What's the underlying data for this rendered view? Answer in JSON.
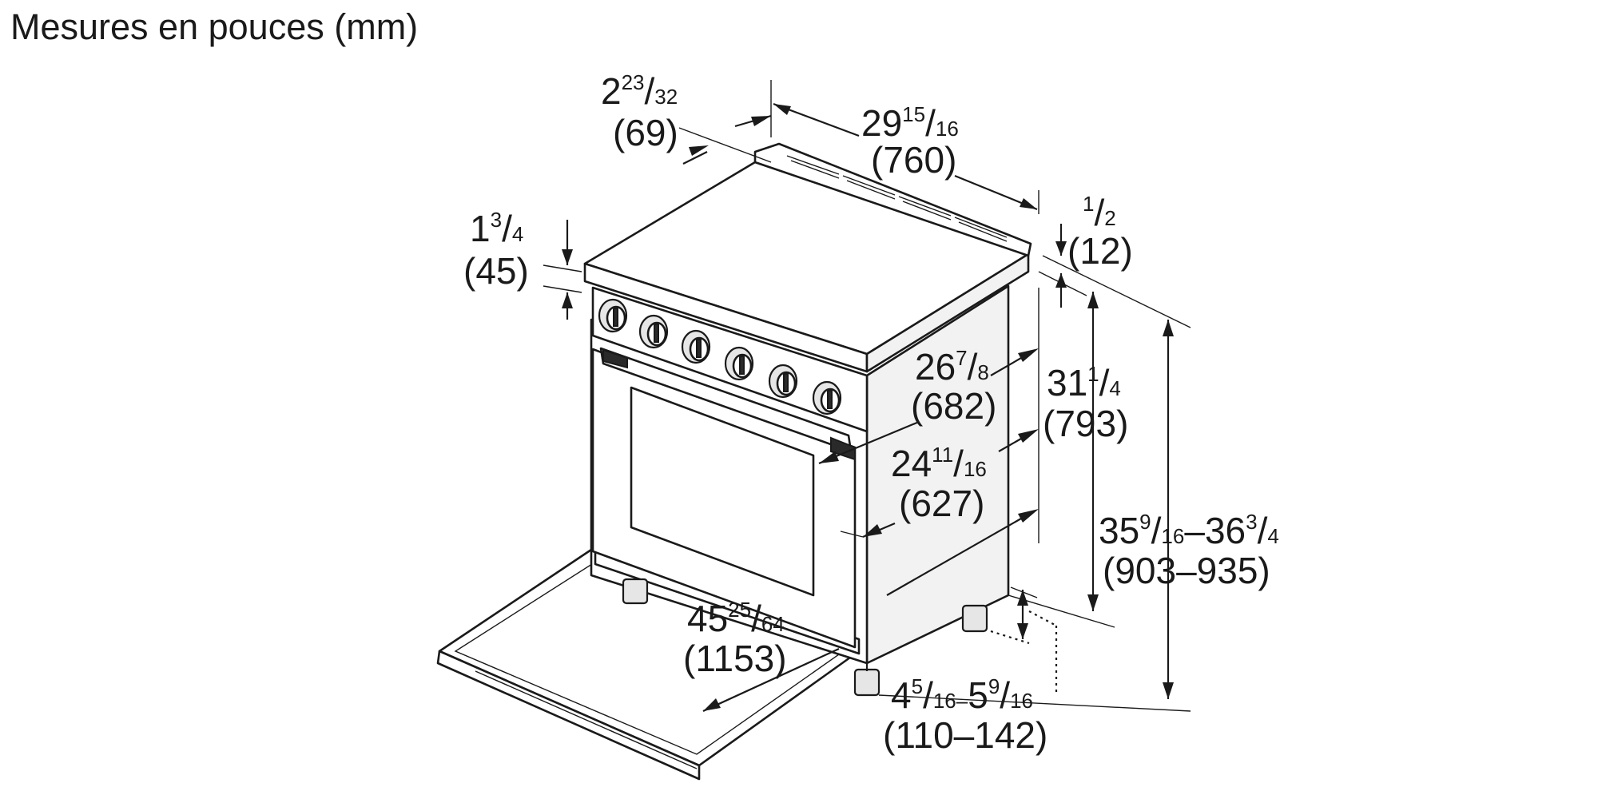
{
  "title": "Mesures en pouces (mm)",
  "dimensions": {
    "rear_offset": {
      "whole": "2",
      "num": "23",
      "den": "32",
      "mm": "(69)"
    },
    "width": {
      "whole": "29",
      "num": "15",
      "den": "16",
      "mm": "(760)"
    },
    "top_thickness": {
      "whole": "1",
      "num": "3",
      "den": "4",
      "mm": "(45)"
    },
    "backguard": {
      "whole": "",
      "num": "1",
      "den": "2",
      "mm": "(12)"
    },
    "depth_body": {
      "whole": "26",
      "num": "7",
      "den": "8",
      "mm": "(682)"
    },
    "height_body": {
      "whole": "31",
      "num": "1",
      "den": "4",
      "mm": "(793)"
    },
    "depth_front": {
      "whole": "24",
      "num": "11",
      "den": "16",
      "mm": "(627)"
    },
    "total_height": {
      "whole1": "35",
      "num1": "9",
      "den1": "16",
      "dash": "–",
      "whole2": "36",
      "num2": "3",
      "den2": "4",
      "mm": "(903–935)"
    },
    "door_open_depth": {
      "whole": "45",
      "num": "25",
      "den": "64",
      "mm": "(1153)"
    },
    "leg_height": {
      "whole1": "4",
      "num1": "5",
      "den1": "16",
      "dash": "–",
      "whole2": "5",
      "num2": "9",
      "den2": "16",
      "mm": "(110–142)"
    }
  }
}
